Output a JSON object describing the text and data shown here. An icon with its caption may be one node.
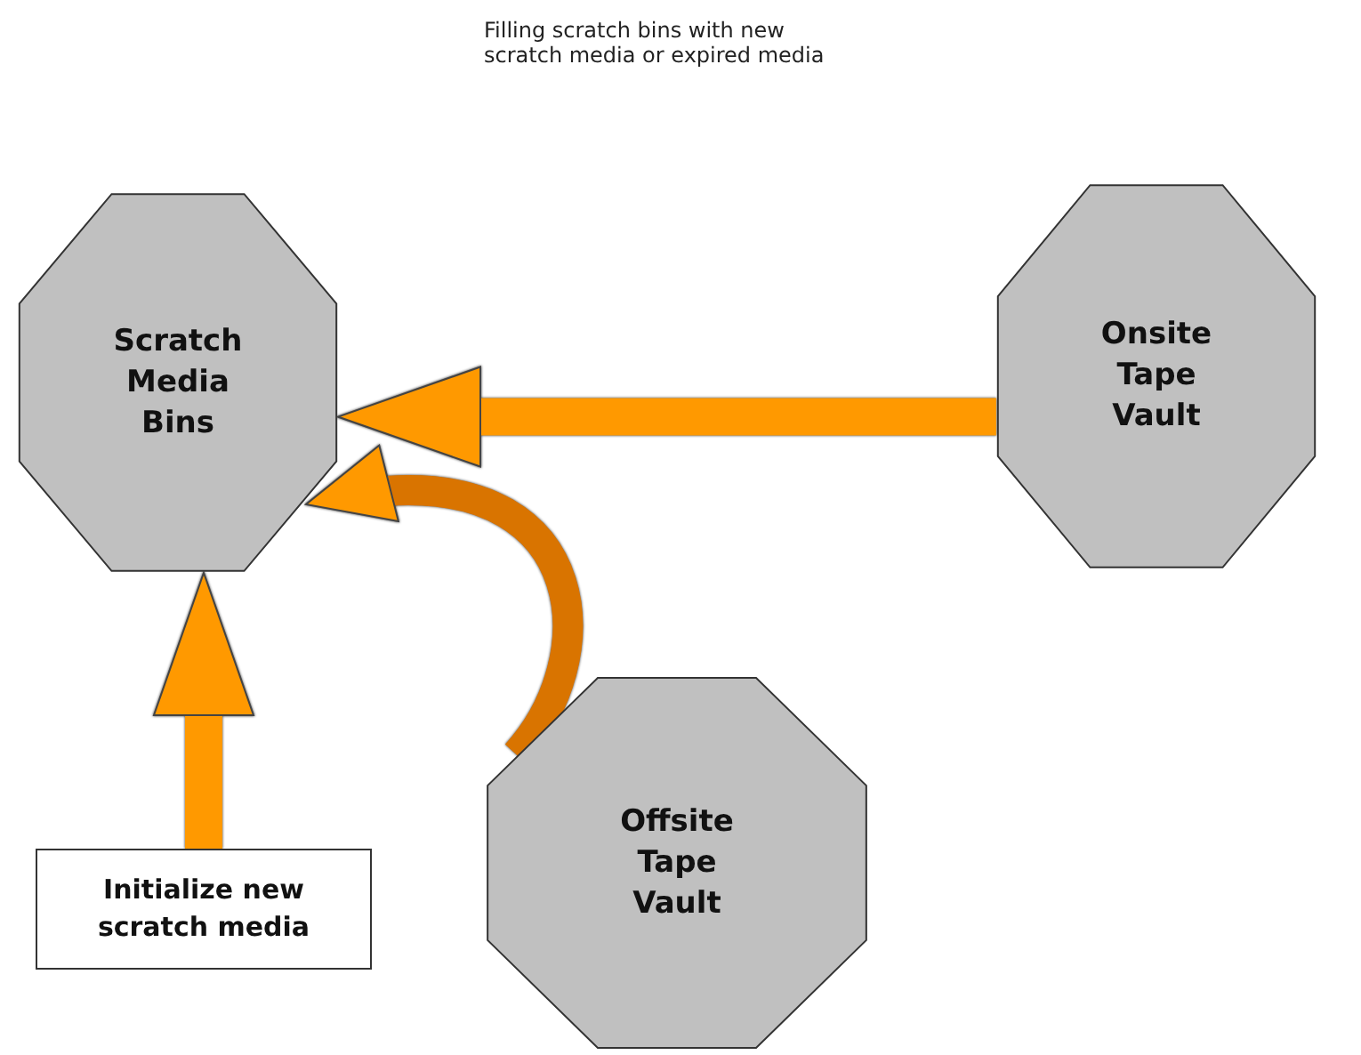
{
  "diagram": {
    "title": "Filling scratch bins with new scratch media or expired media",
    "nodes": [
      {
        "text": [
          "Scratch Media Bins"
        ]
      },
      {
        "text": [
          "Onsite Tape Vault"
        ]
      },
      {
        "text": [
          "Offsite Tape Vault"
        ]
      },
      {
        "text": [
          "Initialize new scratch media"
        ]
      }
    ],
    "edges": [
      {
        "from": 1,
        "to": 0,
        "arrow": "to"
      },
      {
        "from": 3,
        "to": 0,
        "arrow": "to"
      },
      {
        "from": 2,
        "to": 0,
        "arrow": "to"
      }
    ]
  }
}
